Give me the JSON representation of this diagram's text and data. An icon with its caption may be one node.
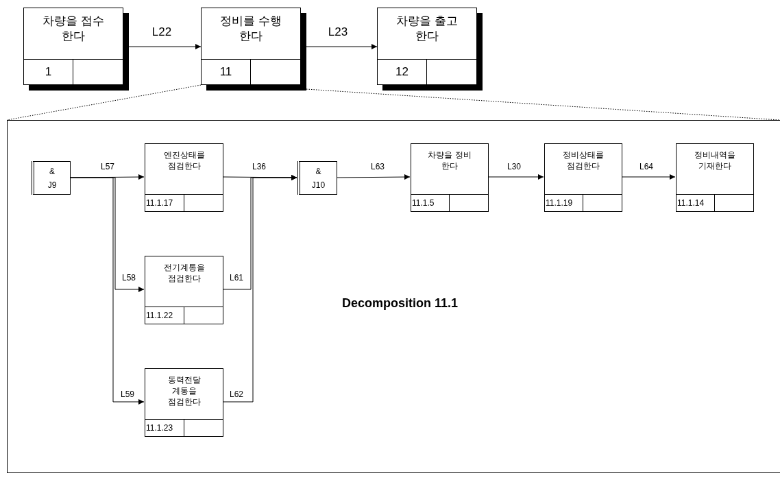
{
  "diagram": {
    "nodes": [
      {
        "text": [
          "차량을 접수 한다",
          "1"
        ]
      },
      {
        "text": [
          "정비를 수행 한다",
          "11"
        ]
      },
      {
        "text": [
          "차량을 출고 한다",
          "12"
        ]
      },
      {
        "text": [
          "Decomposition 11.1"
        ]
      },
      {
        "text": [
          "&",
          "J9"
        ],
        "in": 3
      },
      {
        "text": [
          "엔진상태를 점검한다",
          "11.1.17"
        ],
        "in": 3
      },
      {
        "text": [
          "전기계통을 점검한다",
          "11.1.22"
        ],
        "in": 3
      },
      {
        "text": [
          "동력전달 계통을 점검한다",
          "11.1.23"
        ],
        "in": 3
      },
      {
        "text": [
          "&",
          "J10"
        ],
        "in": 3
      },
      {
        "text": [
          "차량을 정비 한다",
          "11.1.5"
        ],
        "in": 3
      },
      {
        "text": [
          "정비상태를 점검한다",
          "11.1.19"
        ],
        "in": 3
      },
      {
        "text": [
          "정비내역을 기재한다",
          "11.1.14"
        ],
        "in": 3
      }
    ],
    "edges": [
      {
        "from": 0,
        "to": 1,
        "arrow": "to",
        "label": "L22"
      },
      {
        "from": 1,
        "to": 2,
        "arrow": "to",
        "label": "L23"
      },
      {
        "from": 1,
        "to": 3,
        "arrow": "none",
        "style": "dashed"
      },
      {
        "from": 1,
        "to": 3,
        "arrow": "none",
        "style": "dashed"
      },
      {
        "from": 4,
        "to": 5,
        "arrow": "to",
        "label": "L57"
      },
      {
        "from": 4,
        "to": 6,
        "arrow": "to",
        "label": "L58"
      },
      {
        "from": 4,
        "to": 7,
        "arrow": "to",
        "label": "L59"
      },
      {
        "from": 5,
        "to": 8,
        "arrow": "to",
        "label": "L36"
      },
      {
        "from": 6,
        "to": 8,
        "arrow": "to",
        "label": "L61"
      },
      {
        "from": 7,
        "to": 8,
        "arrow": "to",
        "label": "L62"
      },
      {
        "from": 8,
        "to": 9,
        "arrow": "to",
        "label": "L63"
      },
      {
        "from": 9,
        "to": 10,
        "arrow": "to",
        "label": "L30"
      },
      {
        "from": 10,
        "to": 11,
        "arrow": "to",
        "label": "L64"
      }
    ]
  }
}
